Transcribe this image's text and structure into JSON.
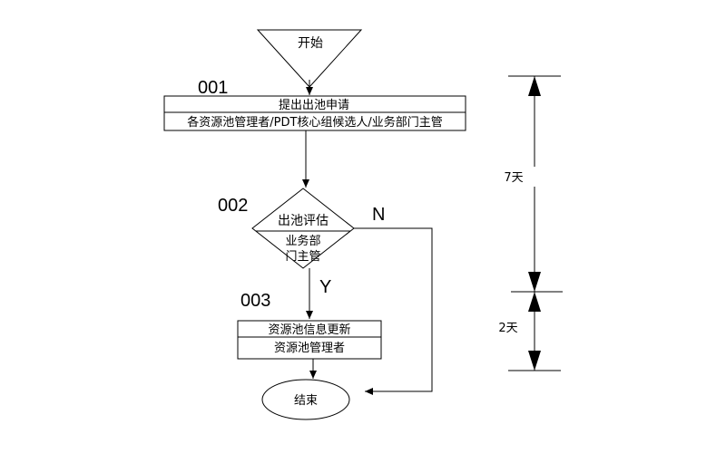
{
  "flow": {
    "start": "开始",
    "step1": {
      "id": "001",
      "title": "提出出池申请",
      "owner": "各资源池管理者/PDT核心组候选人/业务部门主管"
    },
    "step2": {
      "id": "002",
      "title": "出池评估",
      "owner_line1": "业务部",
      "owner_line2": "门主管",
      "yes": "Y",
      "no": "N"
    },
    "step3": {
      "id": "003",
      "title": "资源池信息更新",
      "owner": "资源池管理者"
    },
    "end": "结束"
  },
  "timeline": {
    "segment1": "7天",
    "segment2": "2天"
  }
}
